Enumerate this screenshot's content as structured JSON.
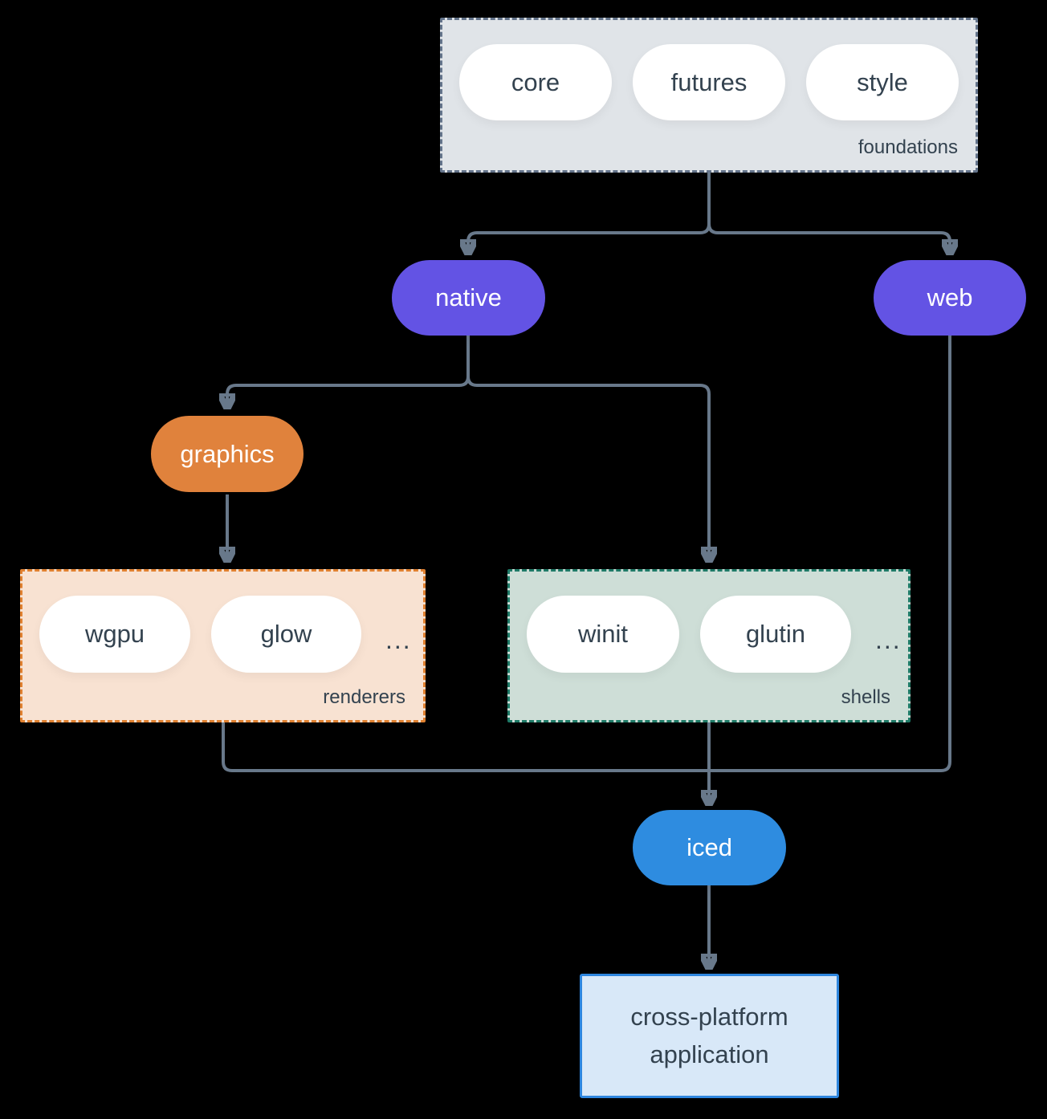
{
  "colors": {
    "background": "#000000",
    "connector": "#68788A",
    "purple": "#6353E4",
    "orange": "#E0823C",
    "blue": "#2E8CE0",
    "foundations_fill": "#E0E4E8",
    "foundations_border": "#64748B",
    "renderers_fill": "#F8E2D2",
    "renderers_border": "#E0802F",
    "shells_fill": "#CEDED7",
    "shells_border": "#1E7A67",
    "app_fill": "#D8E8F8",
    "app_border": "#2E86DE",
    "text_dark": "#33424F"
  },
  "groups": {
    "foundations": {
      "label": "foundations",
      "pills": [
        "core",
        "futures",
        "style"
      ]
    },
    "renderers": {
      "label": "renderers",
      "pills": [
        "wgpu",
        "glow"
      ],
      "ellipsis": "..."
    },
    "shells": {
      "label": "shells",
      "pills": [
        "winit",
        "glutin"
      ],
      "ellipsis": "..."
    }
  },
  "nodes": {
    "native": "native",
    "web": "web",
    "graphics": "graphics",
    "iced": "iced",
    "application": "cross-platform application"
  }
}
